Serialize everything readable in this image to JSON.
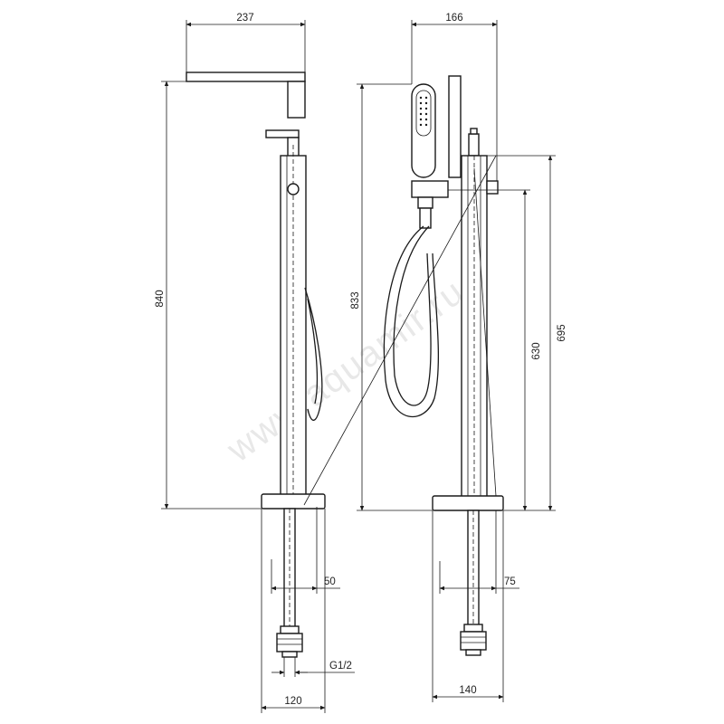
{
  "watermark": "www.aquamir.ru",
  "side_view": {
    "dims": {
      "width_top": "237",
      "height_total": "840",
      "pipe_offset": "50",
      "thread": "G1/2",
      "base_width": "120"
    }
  },
  "front_view": {
    "dims": {
      "width_top": "166",
      "height_total": "833",
      "height_outlet": "695",
      "height_holder": "630",
      "pipe_offset": "75",
      "base_width": "140"
    }
  },
  "colors": {
    "line": "#1a1a1a",
    "watermark": "#d9d9d9",
    "background": "#ffffff"
  }
}
